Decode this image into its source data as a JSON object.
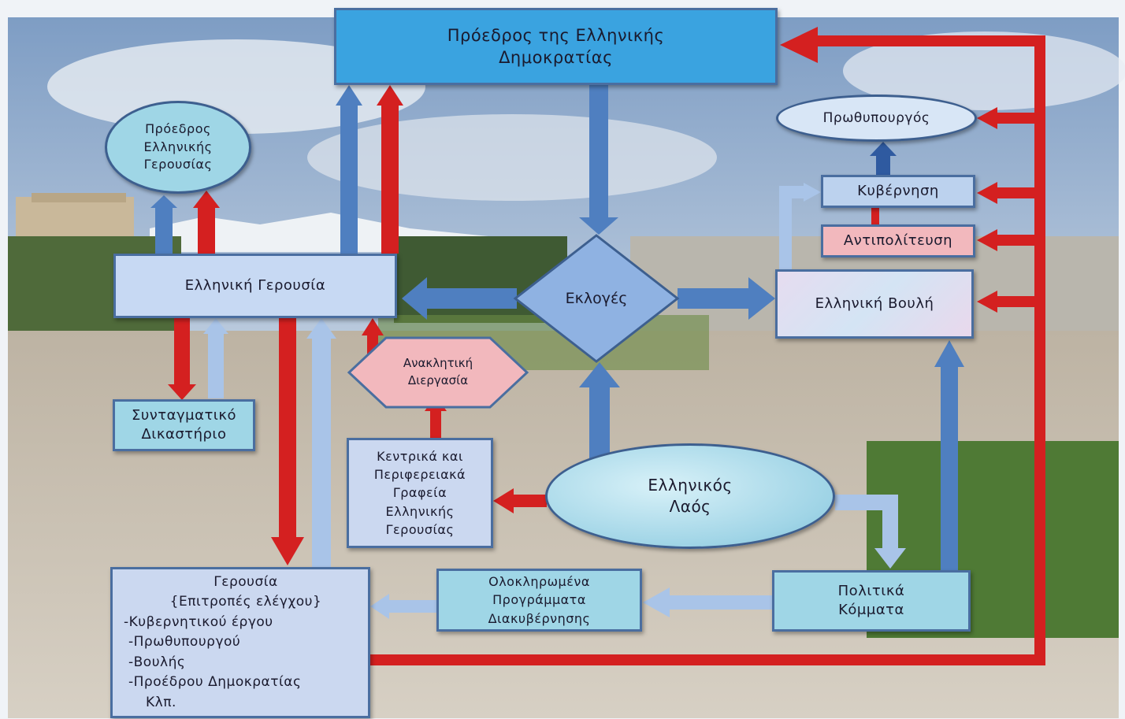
{
  "nodes": {
    "president": {
      "line1": "Πρόεδρος της Ελληνικής",
      "line2": "Δημοκρατίας"
    },
    "senate_president": {
      "line1": "Πρόεδρος",
      "line2": "Ελληνικής",
      "line3": "Γερουσίας"
    },
    "pm": {
      "label": "Πρωθυπουργός"
    },
    "government": {
      "label": "Κυβέρνηση"
    },
    "opposition": {
      "label": "Αντιπολίτευση"
    },
    "senate": {
      "label": "Ελληνική Γερουσία"
    },
    "elections": {
      "label": "Εκλογές"
    },
    "parliament": {
      "label": "Ελληνική Βουλή"
    },
    "recall": {
      "line1": "Ανακλητική",
      "line2": "Διεργασία"
    },
    "court": {
      "line1": "Συνταγματικό",
      "line2": "Δικαστήριο"
    },
    "offices": {
      "line1": "Κεντρικά και",
      "line2": "Περιφερειακά",
      "line3": "Γραφεία",
      "line4": "Ελληνικής",
      "line5": "Γερουσίας"
    },
    "people": {
      "line1": "Ελληνικός",
      "line2": "Λαός"
    },
    "programs": {
      "line1": "Ολοκληρωμένα",
      "line2": "Προγράμματα",
      "line3": "Διακυβέρνησης"
    },
    "parties": {
      "line1": "Πολιτικά",
      "line2": "Κόμματα"
    },
    "committees": {
      "line1": "Γερουσία",
      "line2": "{Επιτροπές ελέγχου}",
      "line3": "-Κυβερνητικού έργου",
      "line4": "-Πρωθυπουργού",
      "line5": "-Βουλής",
      "line6": "-Προέδρου Δημοκρατίας",
      "line7": "Κλπ."
    }
  },
  "colors": {
    "red_arrow": "#d42020",
    "blue_arrow": "#4f7fc0",
    "light_arrow": "#a9c4e8",
    "pink_box": "#f2b8bd",
    "cyan_box": "#9fd6e6",
    "president_box": "#3aa3e0"
  }
}
